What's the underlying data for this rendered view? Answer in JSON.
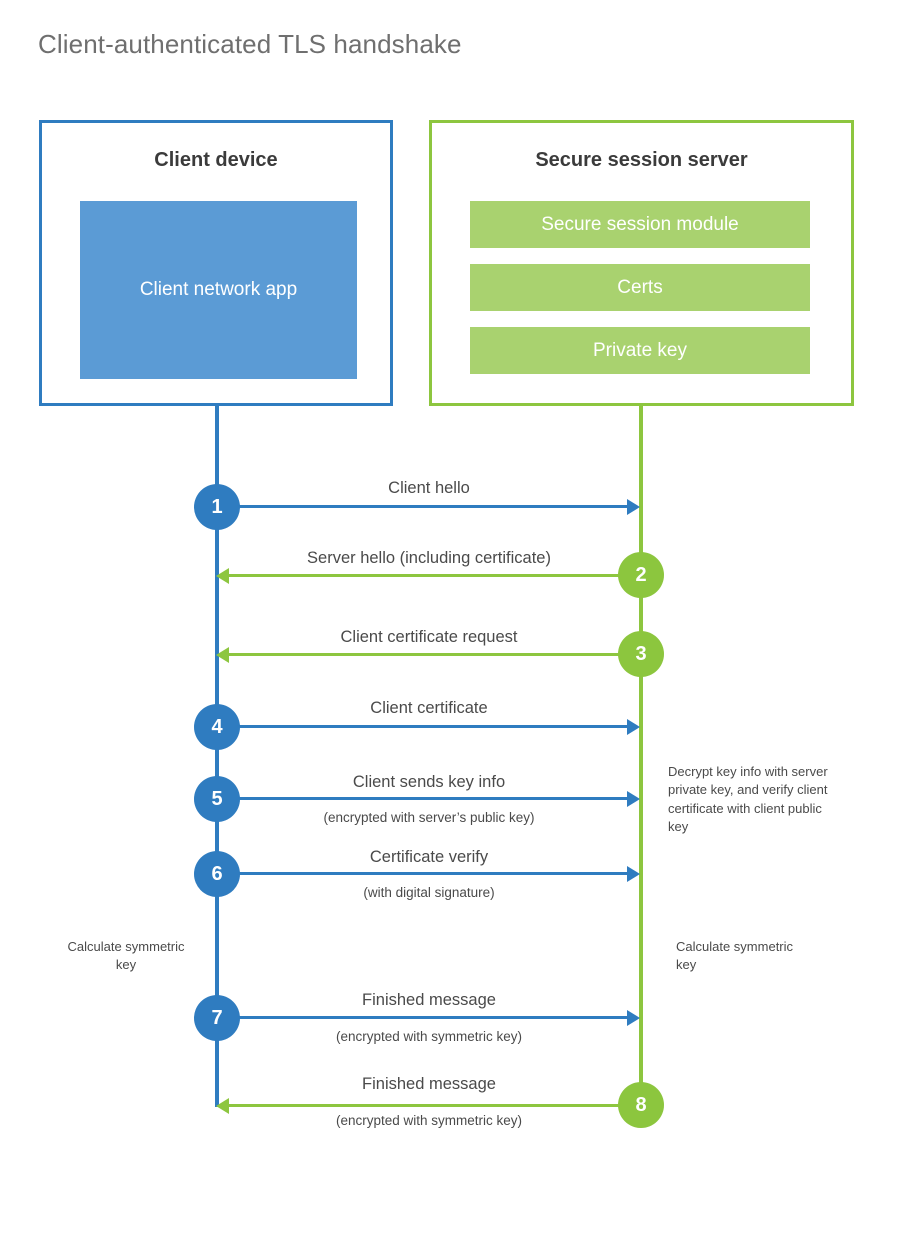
{
  "title": "Client-authenticated TLS handshake",
  "colors": {
    "client_blue": "#2f7cc0",
    "client_app_fill": "#5b9bd5",
    "server_green": "#8dc63f",
    "server_item_fill": "#a9d26f",
    "circle_green": "#8cc63e",
    "title_gray": "#6f6f6f",
    "text_gray": "#4a4a4a",
    "background": "#ffffff"
  },
  "client": {
    "title": "Client device",
    "app_label": "Client network app"
  },
  "server": {
    "title": "Secure session server",
    "items": [
      {
        "label": "Secure session module"
      },
      {
        "label": "Certs"
      },
      {
        "label": "Private key"
      }
    ]
  },
  "messages": [
    {
      "number": "1",
      "label": "Client hello",
      "sub": "",
      "direction": "client-to-server",
      "origin": "client"
    },
    {
      "number": "2",
      "label": "Server hello (including certificate)",
      "sub": "",
      "direction": "server-to-client",
      "origin": "server"
    },
    {
      "number": "3",
      "label": "Client certificate request",
      "sub": "",
      "direction": "server-to-client",
      "origin": "server"
    },
    {
      "number": "4",
      "label": "Client certificate",
      "sub": "",
      "direction": "client-to-server",
      "origin": "client"
    },
    {
      "number": "5",
      "label": "Client sends key info",
      "sub": "(encrypted with server’s public key)",
      "direction": "client-to-server",
      "origin": "client"
    },
    {
      "number": "6",
      "label": "Certificate verify",
      "sub": "(with digital signature)",
      "direction": "client-to-server",
      "origin": "client"
    },
    {
      "number": "7",
      "label": "Finished message",
      "sub": "(encrypted with symmetric key)",
      "direction": "client-to-server",
      "origin": "client"
    },
    {
      "number": "8",
      "label": "Finished message",
      "sub": "(encrypted with symmetric key)",
      "direction": "server-to-client",
      "origin": "server"
    }
  ],
  "notes": {
    "server_decrypt": "Decrypt key info with server private key, and verify client certificate with client public key",
    "client_calc": "Calculate symmetric key",
    "server_calc": "Calculate symmetric key"
  }
}
